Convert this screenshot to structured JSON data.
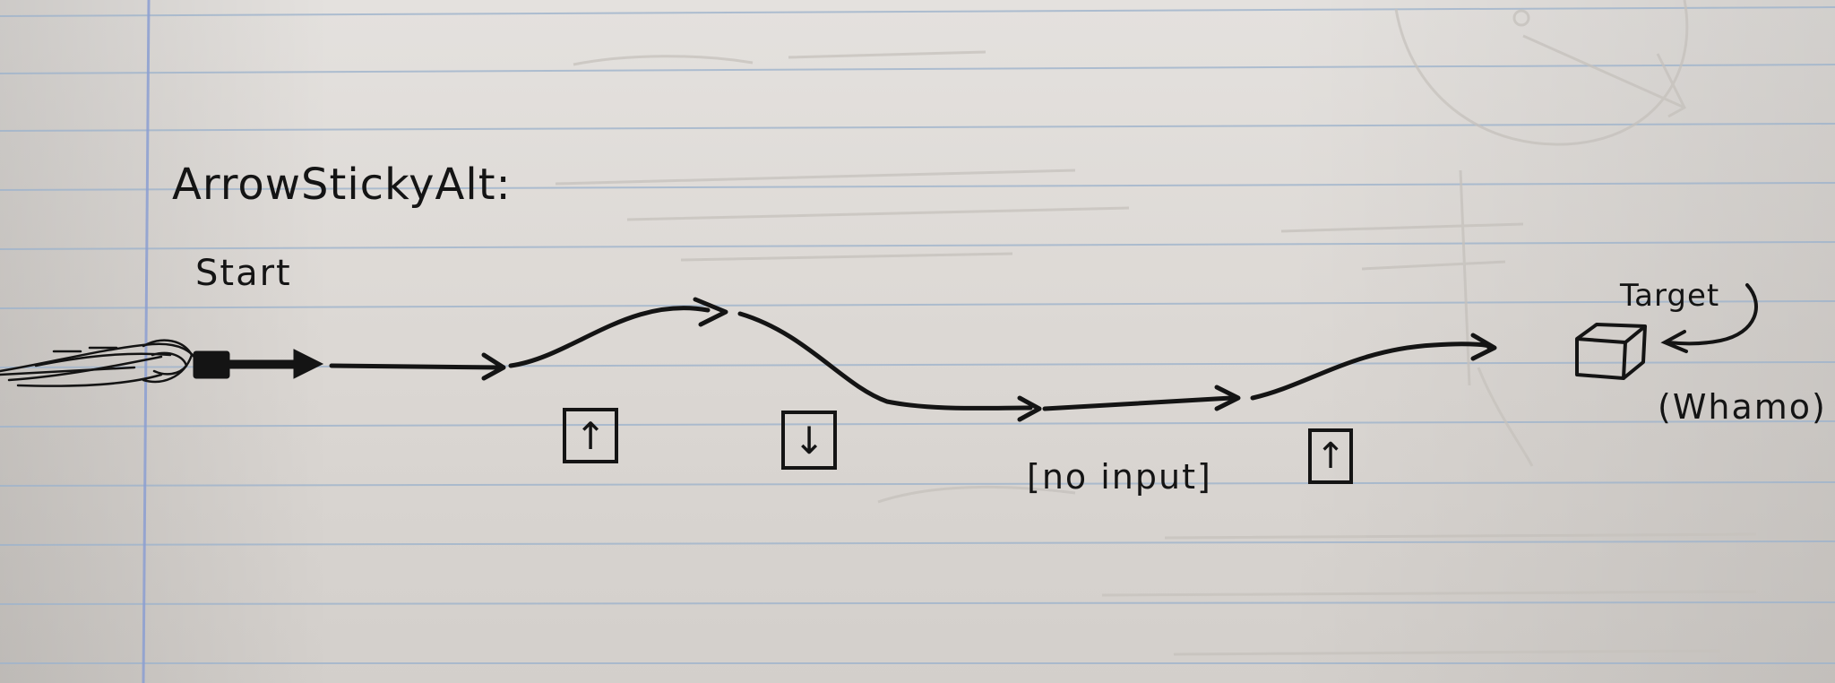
{
  "diagram": {
    "title": "ArrowStickyAlt:",
    "start_label": "Start",
    "target_label": "Target",
    "target_note": "(Whamo)",
    "no_input_label": "[no input]",
    "keys": [
      {
        "symbol": "↑",
        "meaning": "up"
      },
      {
        "symbol": "↓",
        "meaning": "down"
      },
      {
        "symbol": "↑",
        "meaning": "up"
      }
    ]
  },
  "colors": {
    "ink": "#141414",
    "paper": "#dcd8d4",
    "ruled_line": "#9fb4cc",
    "margin_line": "#8c9fd2",
    "bleed_through": "#c5c1bc"
  }
}
